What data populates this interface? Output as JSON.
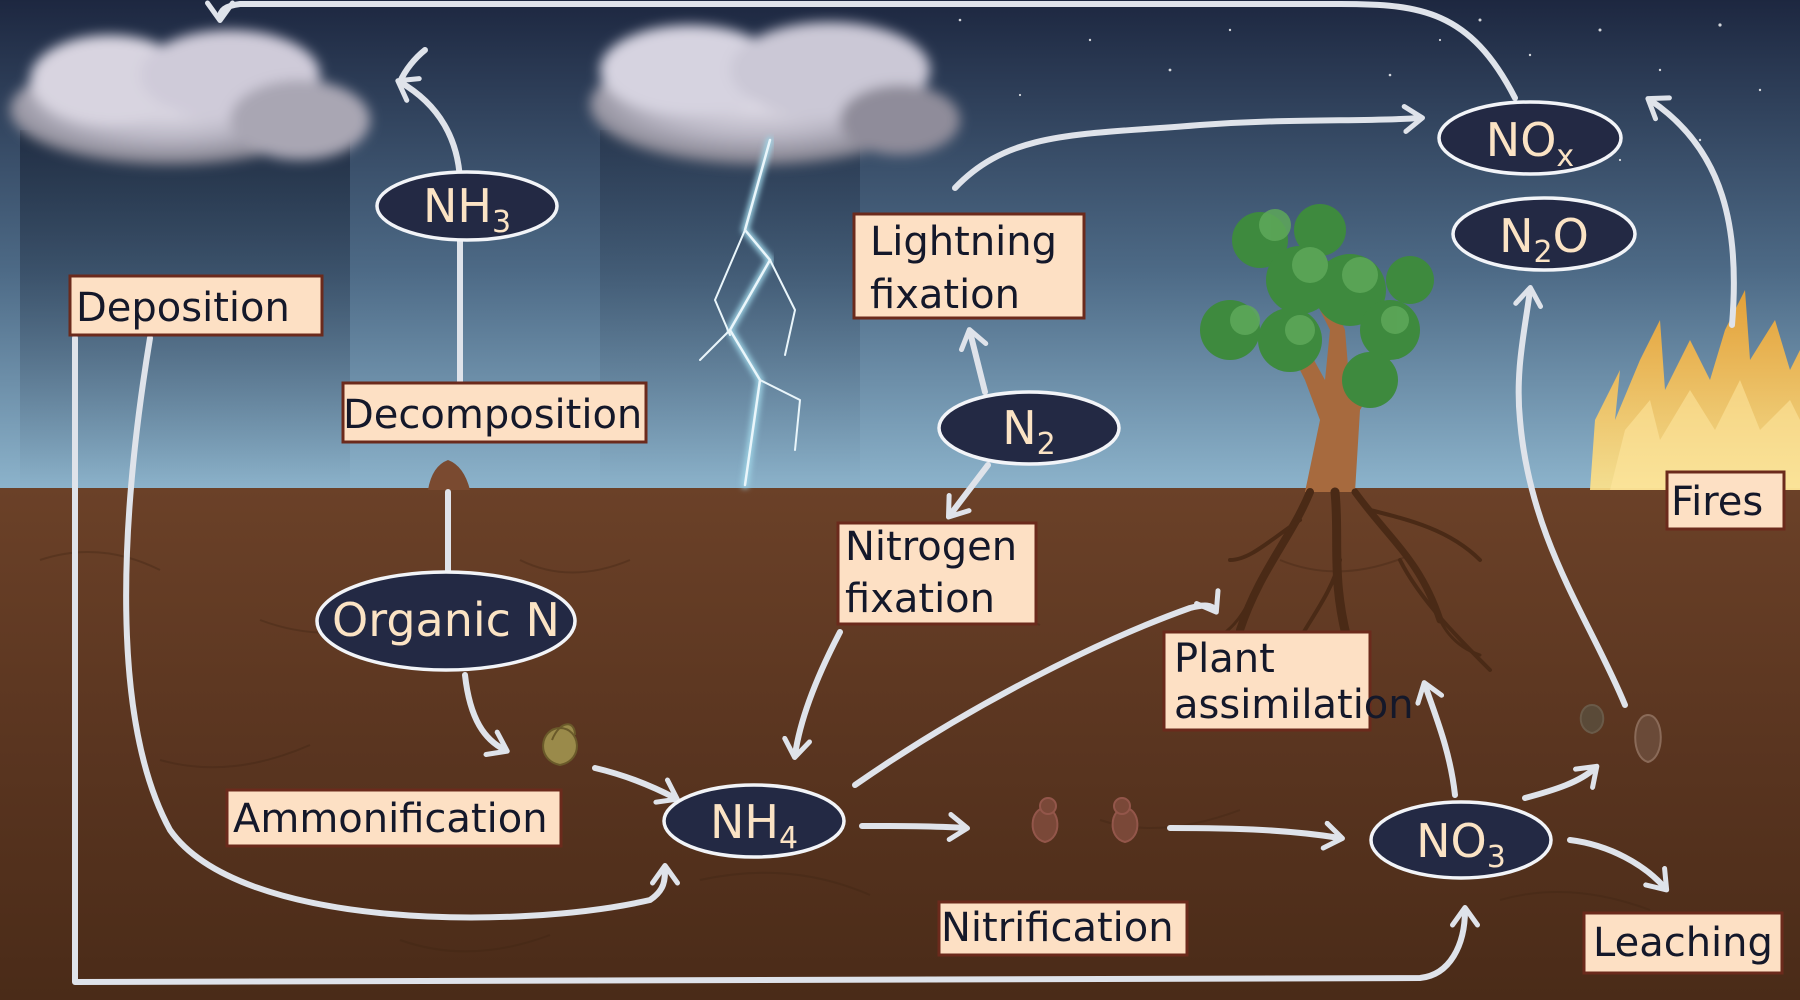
{
  "processes": {
    "deposition": "Deposition",
    "decomposition": "Decomposition",
    "lightning_line1": "Lightning",
    "lightning_line2": "fixation",
    "nfix_line1": "Nitrogen",
    "nfix_line2": "fixation",
    "plant_line1": "Plant",
    "plant_line2": "assimilation",
    "ammonification": "Ammonification",
    "nitrification": "Nitrification",
    "fires": "Fires",
    "leaching": "Leaching"
  },
  "compounds": {
    "nh3": {
      "base": "NH",
      "sub": "3"
    },
    "nox": {
      "base": "NO",
      "sub": "x"
    },
    "n2o": {
      "pre": "N",
      "sub": "2",
      "post": "O"
    },
    "n2": {
      "base": "N",
      "sub": "2"
    },
    "organic_n": "Organic N",
    "nh4": {
      "base": "NH",
      "sub": "4"
    },
    "no3": {
      "base": "NO",
      "sub": "3"
    }
  },
  "colors": {
    "sky_top": "#1d2740",
    "sky_bottom": "#8db4cc",
    "soil": "#5a3520",
    "process_fill": "#fde0c4",
    "process_border": "#6b2a1c",
    "compound_fill": "#232944",
    "compound_text": "#fbe3c4",
    "arrow": "#dfe3ea"
  }
}
